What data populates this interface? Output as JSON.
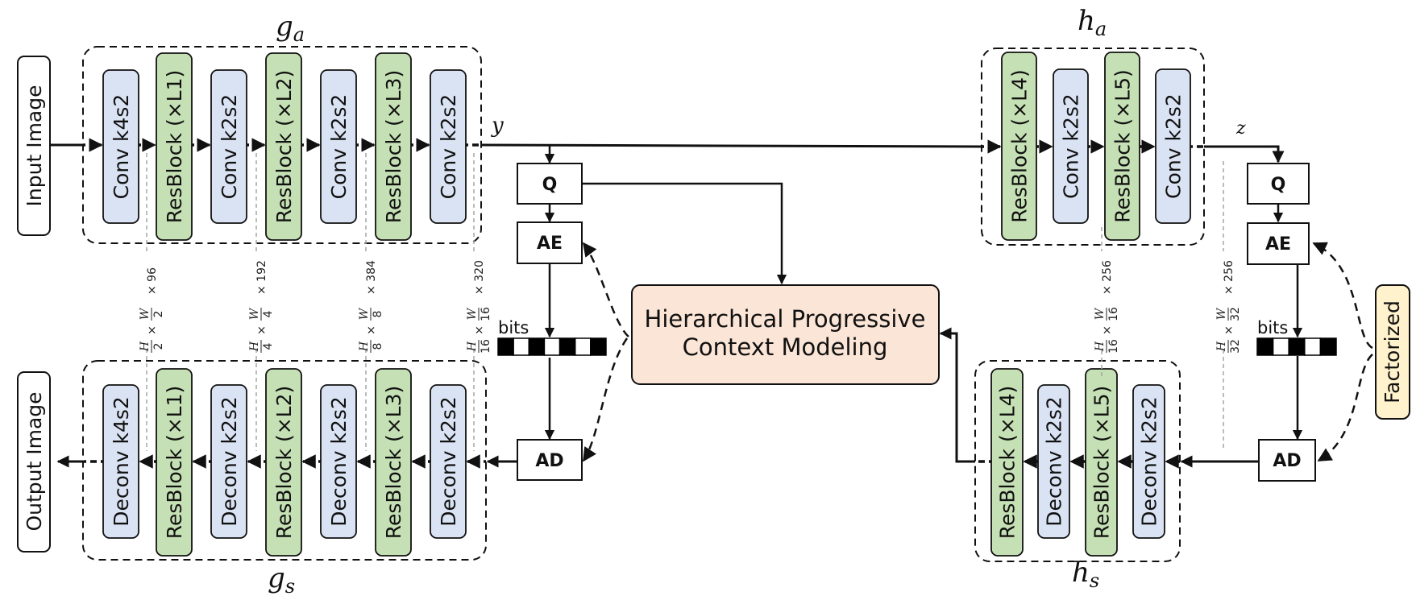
{
  "colors": {
    "conv_fill": "#dae3f3",
    "resblock_fill": "#c5e0b4",
    "context_fill": "#fbe5d6",
    "factorized_fill": "#fff2cc",
    "stroke": "#111111",
    "guide": "#a6a6a6"
  },
  "io": {
    "input_label": "Input Image",
    "output_label": "Output Image"
  },
  "groups": {
    "g_a": {
      "base": "g",
      "sub": "a"
    },
    "g_s": {
      "base": "g",
      "sub": "s"
    },
    "h_a": {
      "base": "h",
      "sub": "a"
    },
    "h_s": {
      "base": "h",
      "sub": "s"
    }
  },
  "g_a_blocks": [
    {
      "type": "conv",
      "label": "Conv k4s2"
    },
    {
      "type": "res",
      "label": "ResBlock (×L1)"
    },
    {
      "type": "conv",
      "label": "Conv k2s2"
    },
    {
      "type": "res",
      "label": "ResBlock (×L2)"
    },
    {
      "type": "conv",
      "label": "Conv k2s2"
    },
    {
      "type": "res",
      "label": "ResBlock (×L3)"
    },
    {
      "type": "conv",
      "label": "Conv k2s2"
    }
  ],
  "g_s_blocks": [
    {
      "type": "conv",
      "label": "Deconv k4s2"
    },
    {
      "type": "res",
      "label": "ResBlock (×L1)"
    },
    {
      "type": "conv",
      "label": "Deconv k2s2"
    },
    {
      "type": "res",
      "label": "ResBlock (×L2)"
    },
    {
      "type": "conv",
      "label": "Deconv k2s2"
    },
    {
      "type": "res",
      "label": "ResBlock (×L3)"
    },
    {
      "type": "conv",
      "label": "Deconv k2s2"
    }
  ],
  "h_a_blocks": [
    {
      "type": "res",
      "label": "ResBlock (×L4)"
    },
    {
      "type": "conv",
      "label": "Conv k2s2"
    },
    {
      "type": "res",
      "label": "ResBlock (×L5)"
    },
    {
      "type": "conv",
      "label": "Conv k2s2"
    }
  ],
  "h_s_blocks": [
    {
      "type": "res",
      "label": "ResBlock (×L4)"
    },
    {
      "type": "conv",
      "label": "Deconv k2s2"
    },
    {
      "type": "res",
      "label": "ResBlock (×L5)"
    },
    {
      "type": "conv",
      "label": "Deconv k2s2"
    }
  ],
  "dims": [
    {
      "h_den": "2",
      "w_den": "2",
      "channels": "96"
    },
    {
      "h_den": "4",
      "w_den": "4",
      "channels": "192"
    },
    {
      "h_den": "8",
      "w_den": "8",
      "channels": "384"
    },
    {
      "h_den": "16",
      "w_den": "16",
      "channels": "320"
    },
    {
      "h_den": "16",
      "w_den": "16",
      "channels": "256"
    },
    {
      "h_den": "32",
      "w_den": "32",
      "channels": "256"
    }
  ],
  "dim_symbols": {
    "h": "H",
    "w": "W",
    "times": "×"
  },
  "latents": {
    "y": "y",
    "z": "z"
  },
  "ops": {
    "quantize": "Q",
    "encoder": "AE",
    "decoder": "AD",
    "bits": "bits"
  },
  "context_model": {
    "line1": "Hierarchical Progressive",
    "line2": "Context Modeling"
  },
  "factorized": "Factorized"
}
